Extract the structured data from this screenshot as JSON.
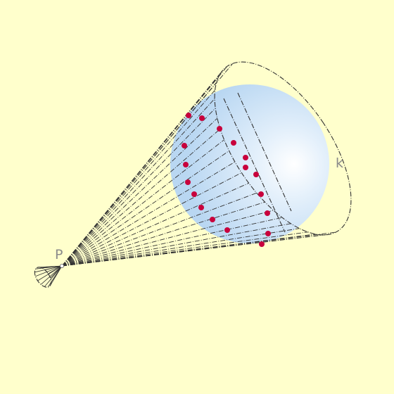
{
  "labels": {
    "point": "P",
    "sphere": "k"
  },
  "colors": {
    "background": "#ffffcc",
    "sphere_center": "#ffffff",
    "sphere_edge": "#b7d6f2",
    "dots": "#c8003c",
    "lines": "#333333"
  },
  "counts": {
    "ray_lines": 26,
    "dots": 20
  }
}
